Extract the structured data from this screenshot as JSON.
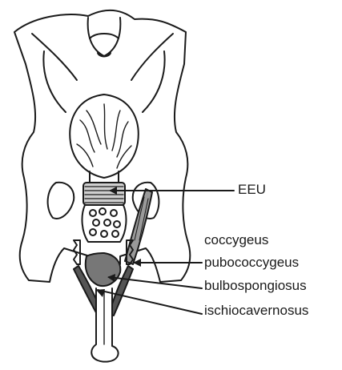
{
  "labels": {
    "eeu": "EEU",
    "coccygeus": "coccygeus",
    "pubococcygeus": "pubococcygeus",
    "bulbospongiosus": "bulbospongiosus",
    "ischiocavernosus": "ischiocavernosus"
  },
  "colors": {
    "line": "#1a1a1a",
    "fill": "#ffffff",
    "muscle_shade": "#9a9a9a",
    "muscle_dark": "#555555"
  }
}
